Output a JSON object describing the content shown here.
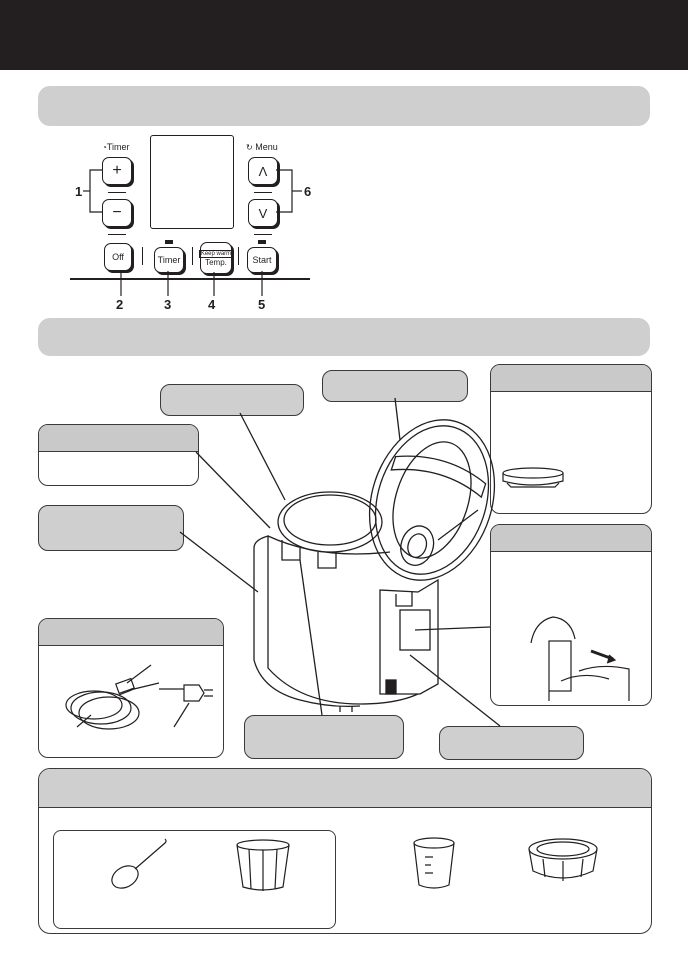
{
  "control_panel": {
    "timer_top_label": "Timer",
    "menu_top_label": "Menu",
    "plus_symbol": "+",
    "minus_symbol": "−",
    "up_symbol": "Λ",
    "down_symbol": "V",
    "off_label": "Off",
    "timer_label": "Timer",
    "warm_label": "Keep warm",
    "temp_label": "Temp.",
    "start_label": "Start",
    "numbers": [
      "1",
      "2",
      "3",
      "4",
      "5",
      "6"
    ]
  },
  "colors": {
    "top_bar": "#231f20",
    "section_bar": "#cfcfcf",
    "callout_header": "#c9c9c9",
    "line": "#231f20"
  },
  "icons": [
    "power-cord-icon",
    "rice-spoon-icon",
    "steam-basket-icon",
    "measuring-cup-icon",
    "steaming-insert-icon",
    "rice-cooker-icon",
    "inner-lid-icon"
  ]
}
